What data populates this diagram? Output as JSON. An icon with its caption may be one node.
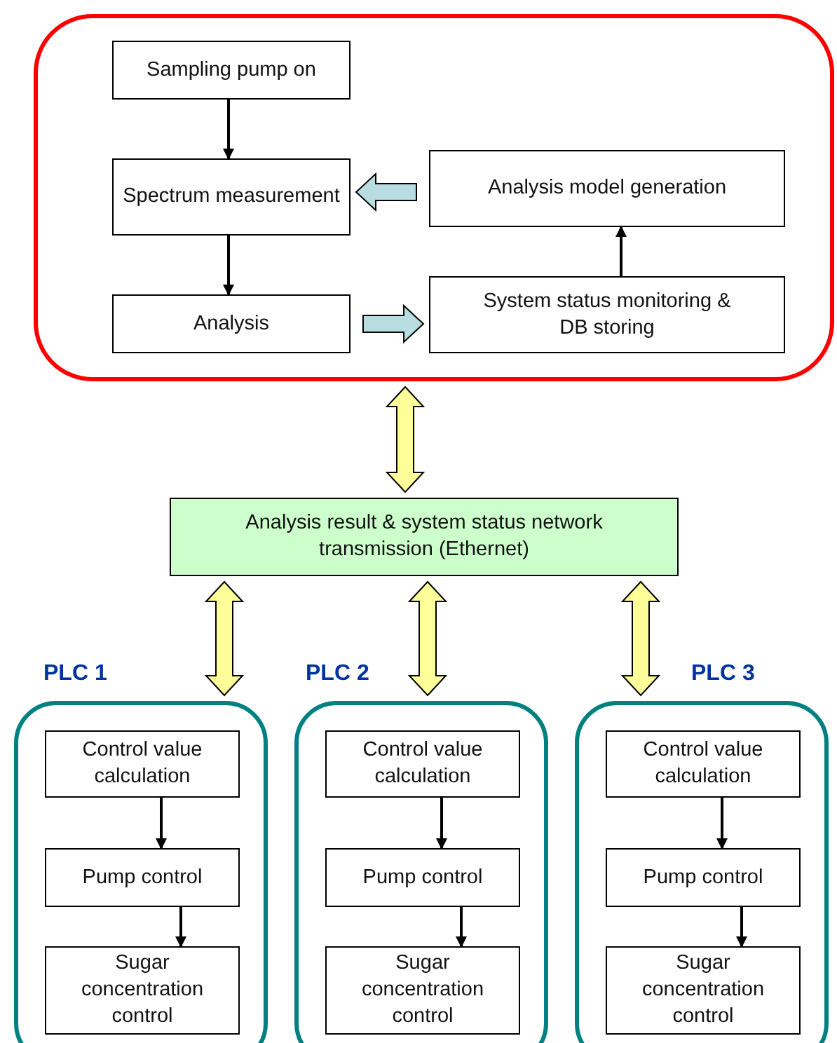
{
  "diagram": {
    "nodes": [
      {
        "text": [],
        "shape": "box"
      },
      {
        "text": [
          "Sampling pump on"
        ],
        "in": 0
      },
      {
        "text": [
          "Spectrum measurement"
        ],
        "in": 0
      },
      {
        "text": [
          "Analysis model generation"
        ],
        "in": 0
      },
      {
        "text": [
          "Analysis"
        ],
        "in": 0
      },
      {
        "text": [
          "System status monitoring & DB storing"
        ],
        "in": 0
      },
      {
        "text": [
          "Analysis result & system status network transmission (Ethernet)"
        ]
      },
      {
        "text": [
          "PLC 1"
        ]
      },
      {
        "text": [
          "Control value calculation"
        ],
        "in": 7
      },
      {
        "text": [
          "Pump control"
        ],
        "in": 7
      },
      {
        "text": [
          "Sugar concentration control"
        ],
        "in": 7
      },
      {
        "text": [
          "PLC 2"
        ]
      },
      {
        "text": [
          "Control value calculation"
        ],
        "in": 11
      },
      {
        "text": [
          "Pump control"
        ],
        "in": 11
      },
      {
        "text": [
          "Sugar concentration control"
        ],
        "in": 11
      },
      {
        "text": [
          "PLC 3"
        ]
      },
      {
        "text": [
          "Control value calculation"
        ],
        "in": 15
      },
      {
        "text": [
          "Pump control"
        ],
        "in": 15
      },
      {
        "text": [
          "Sugar concentration control"
        ],
        "in": 15
      }
    ],
    "edges": [
      {
        "from": 1,
        "to": 2,
        "arrow": "to"
      },
      {
        "from": 2,
        "to": 4,
        "arrow": "to"
      },
      {
        "from": 4,
        "to": 5,
        "arrow": "to",
        "style": "thick",
        "color": "#b7dde1"
      },
      {
        "from": 5,
        "to": 3,
        "arrow": "to"
      },
      {
        "from": 3,
        "to": 2,
        "arrow": "to",
        "style": "thick",
        "color": "#b7dde1"
      },
      {
        "from": 0,
        "to": 6,
        "arrow": "both",
        "style": "thick",
        "color": "#ffff99"
      },
      {
        "from": 6,
        "to": 7,
        "arrow": "both",
        "style": "thick",
        "color": "#ffff99"
      },
      {
        "from": 6,
        "to": 11,
        "arrow": "both",
        "style": "thick",
        "color": "#ffff99"
      },
      {
        "from": 6,
        "to": 15,
        "arrow": "both",
        "style": "thick",
        "color": "#ffff99"
      },
      {
        "from": 8,
        "to": 9,
        "arrow": "to"
      },
      {
        "from": 9,
        "to": 10,
        "arrow": "to"
      },
      {
        "from": 12,
        "to": 13,
        "arrow": "to"
      },
      {
        "from": 13,
        "to": 14,
        "arrow": "to"
      },
      {
        "from": 16,
        "to": 17,
        "arrow": "to"
      },
      {
        "from": 17,
        "to": 18,
        "arrow": "to"
      }
    ]
  }
}
